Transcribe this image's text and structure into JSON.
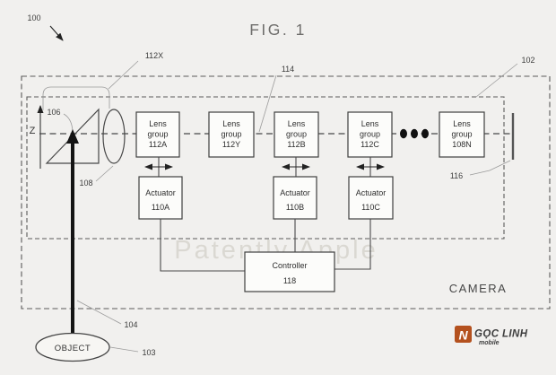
{
  "figure": {
    "title": "FIG. 1"
  },
  "refs": {
    "r100": "100",
    "r102": "102",
    "r103": "103",
    "r104": "104",
    "r106": "106",
    "r108": "108",
    "r112x": "112X",
    "r114": "114",
    "r116": "116"
  },
  "axis": {
    "z": "Z"
  },
  "lens_groups": [
    {
      "l1": "Lens",
      "l2": "group",
      "l3": "112A"
    },
    {
      "l1": "Lens",
      "l2": "group",
      "l3": "112Y"
    },
    {
      "l1": "Lens",
      "l2": "group",
      "l3": "112B"
    },
    {
      "l1": "Lens",
      "l2": "group",
      "l3": "112C"
    },
    {
      "l1": "Lens",
      "l2": "group",
      "l3": "108N"
    }
  ],
  "actuators": [
    {
      "l1": "Actuator",
      "l2": "110A"
    },
    {
      "l1": "Actuator",
      "l2": "110B"
    },
    {
      "l1": "Actuator",
      "l2": "110C"
    }
  ],
  "controller": {
    "l1": "Controller",
    "l2": "118"
  },
  "camera_label": "CAMERA",
  "object_label": "OBJECT",
  "watermark": "Patently Apple",
  "logo": {
    "n": "N",
    "name": "GỌC LINH",
    "sub": "mobile",
    "color": "#b4511e"
  },
  "colors": {
    "background": "#f1f0ee",
    "line": "#4a4a4a",
    "leader": "#9b9b9b",
    "box_fill": "#fcfcfa",
    "label_text": "#3d3d3d",
    "watermark": "#c9c5bc",
    "logo_orange": "#b4511e"
  }
}
